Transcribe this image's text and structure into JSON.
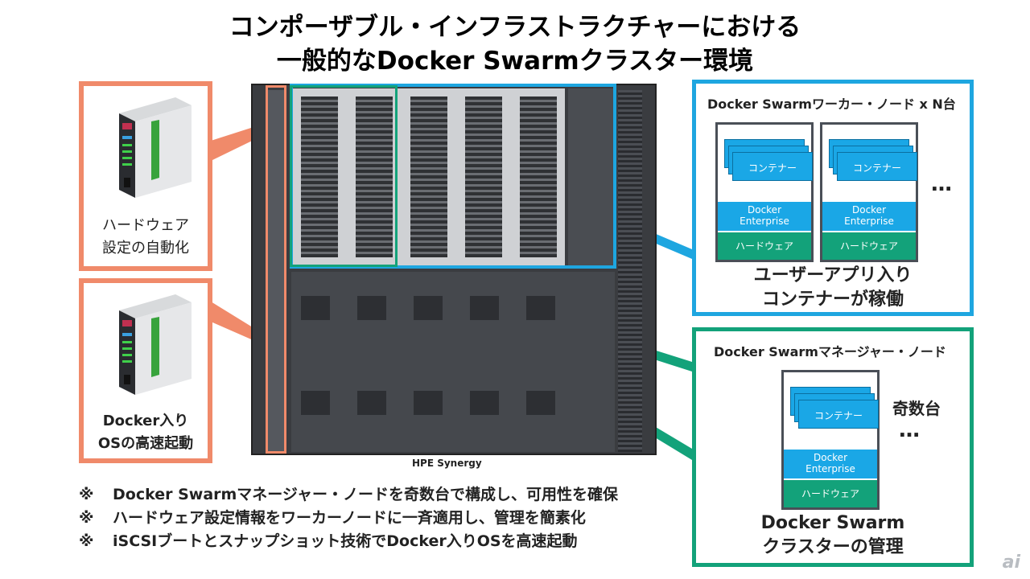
{
  "title": {
    "line1": "コンポーザブル・インフラストラクチャーにおける",
    "line2": "一般的なDocker Swarmクラスター環境"
  },
  "left_callouts": {
    "hardware": "ハードウェア\n設定の自動化",
    "os": "Docker入り\nOSの高速起動"
  },
  "chassis_label": "HPE Synergy",
  "worker_panel": {
    "title": "Docker Swarmワーカー・ノード x N台",
    "container_label": "コンテナー",
    "docker_label": "Docker\nEnterprise",
    "hardware_label": "ハードウェア",
    "ellipsis": "…",
    "bottom_label": "ユーザーアプリ入り\nコンテナーが稼働"
  },
  "manager_panel": {
    "title": "Docker Swarmマネージャー・ノード",
    "container_label": "コンテナー",
    "docker_label": "Docker\nEnterprise",
    "hardware_label": "ハードウェア",
    "count_label": "奇数台",
    "ellipsis": "…",
    "bottom_label": "Docker Swarm\nクラスターの管理"
  },
  "notes": [
    {
      "mark": "※",
      "text": "Docker Swarmマネージャー・ノードを奇数台で構成し、可用性を確保"
    },
    {
      "mark": "※",
      "text": "ハードウェア設定情報をワーカーノードに一斉適用し、管理を簡素化"
    },
    {
      "mark": "※",
      "text": "iSCSIブートとスナップショット技術でDocker入りOSを高速起動"
    }
  ],
  "watermark": "ai",
  "colors": {
    "orange": "#f08a6a",
    "blue": "#1ea6e0",
    "green": "#13a27a",
    "container": "#1aa7e6"
  }
}
